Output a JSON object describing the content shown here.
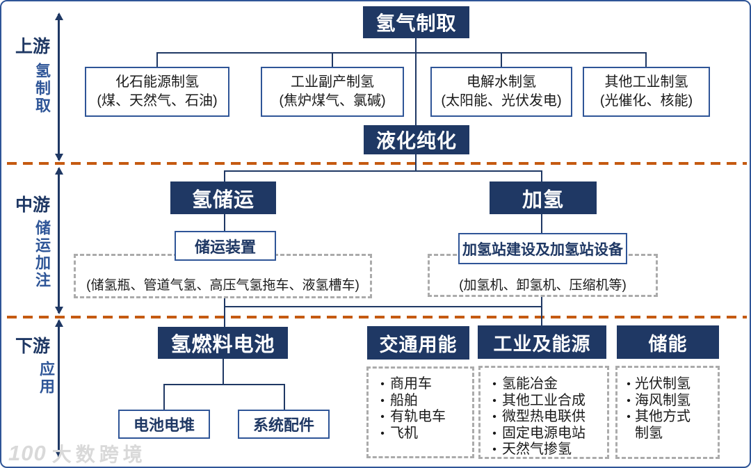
{
  "colors": {
    "navy": "#1F3864",
    "box_border_blue": "#2F5597",
    "divider_orange": "#C55A11",
    "dashed_gray": "#ABABAB",
    "body_text": "#1A1A1A",
    "watermark_gray": "#D9D9D9"
  },
  "rail": {
    "stages": [
      {
        "title": "上游",
        "subtitle": "氢制取"
      },
      {
        "title": "中游",
        "subtitle": "储运加注"
      },
      {
        "title": "下游",
        "subtitle": "应用"
      }
    ]
  },
  "upstream": {
    "root": "氢气制取",
    "methods": [
      {
        "name": "化石能源制氢",
        "detail": "(煤、天然气、石油)"
      },
      {
        "name": "工业副产制氢",
        "detail": "(焦炉煤气、氯碱)"
      },
      {
        "name": "电解水制氢",
        "detail": "(太阳能、光伏发电)"
      },
      {
        "name": "其他工业制氢",
        "detail": "(光催化、核能)"
      }
    ],
    "liquefaction": "液化纯化"
  },
  "midstream": {
    "storage": {
      "header": "氢储运",
      "device": "储运装置",
      "detail": "(储氢瓶、管道气氢、高压气氢拖车、液氢槽车)"
    },
    "refueling": {
      "header": "加氢",
      "device": "加氢站建设及加氢站设备",
      "detail": "(加氢机、卸氢机、压缩机等)"
    }
  },
  "downstream": {
    "fuel_cell": {
      "header": "氢燃料电池",
      "components": [
        "电池电堆",
        "系统配件"
      ]
    },
    "applications": [
      {
        "header": "交通用能",
        "items": [
          "商用车",
          "船舶",
          "有轨电车",
          "飞机"
        ]
      },
      {
        "header": "工业及能源",
        "items": [
          "氢能冶金",
          "其他工业合成",
          "微型热电联供",
          "固定电源电站",
          "天然气掺氢"
        ]
      },
      {
        "header": "储能",
        "items": [
          "光伏制氢",
          "海风制氢",
          "其他方式制氢"
        ]
      }
    ]
  },
  "watermark": {
    "logo": "100",
    "text": "大数跨境"
  }
}
